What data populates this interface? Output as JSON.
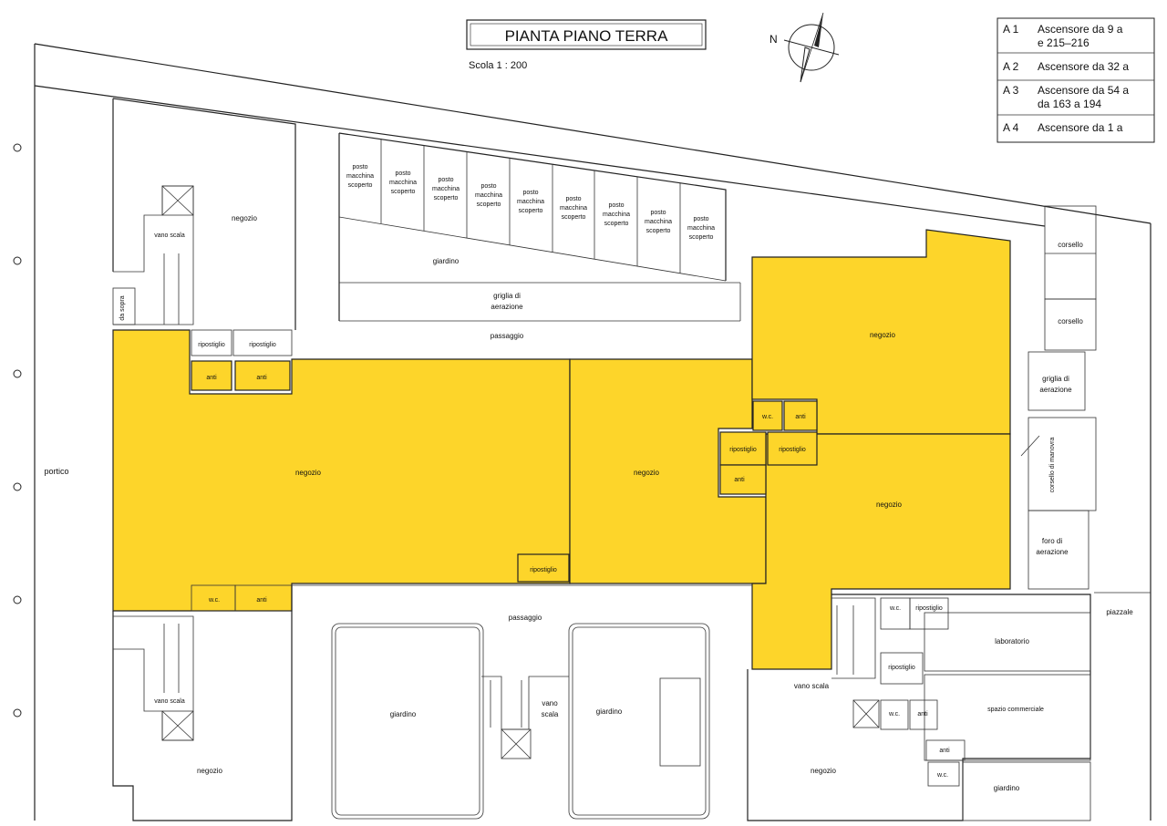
{
  "title": "PIANTA PIANO TERRA",
  "scale": "Scola 1 : 200",
  "north": "N",
  "legend": [
    {
      "code": "A 1",
      "text_line1": "Ascensore da 9 a",
      "text_line2": "e 215–216"
    },
    {
      "code": "A 2",
      "text_line1": "Ascensore da 32 a",
      "text_line2": ""
    },
    {
      "code": "A 3",
      "text_line1": "Ascensore da 54 a",
      "text_line2": "da 163 a 194"
    },
    {
      "code": "A 4",
      "text_line1": "Ascensore da 1 a",
      "text_line2": ""
    }
  ],
  "highlight_color": "#fdd52a",
  "labels": {
    "portico": "portico",
    "negozio": "negozio",
    "vano_scala": "vano scala",
    "da_sopra": "da sopra",
    "ripostiglio": "ripostiglio",
    "anti": "anti",
    "wc": "w.c.",
    "posto_l1": "posto",
    "posto_l2": "macchina",
    "posto_l3": "scoperto",
    "giardino": "giardino",
    "griglia_l1": "griglia di",
    "griglia_l2": "aerazione",
    "passaggio": "passaggio",
    "corsello": "corsello",
    "corsello_manovra": "corsello di manovra",
    "foro_l1": "foro di",
    "foro_l2": "aerazione",
    "piazzale": "piazzale",
    "laboratorio": "laboratorio",
    "spazio_commerciale": "spazio commerciale",
    "vano": "vano",
    "scala": "scala"
  }
}
